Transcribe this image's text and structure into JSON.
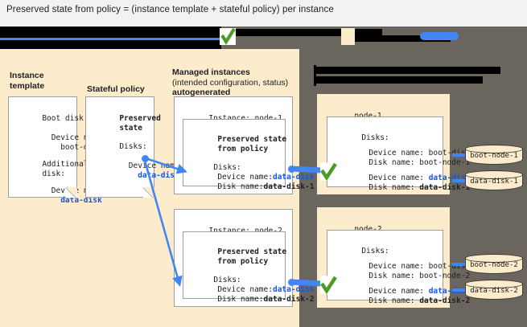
{
  "title": "Preserved state from policy = (instance template + stateful policy) per instance",
  "columns": {
    "instance_template": "Instance\ntemplate",
    "stateful_policy": "Stateful policy",
    "managed_instances_line1": "Managed instances",
    "managed_instances_line2": "(intended configuration, status)",
    "managed_instances_line3": "autogenerated"
  },
  "instance_template_note": {
    "l1": "Boot disk:",
    "l2": "  Device name:",
    "l3": "    boot-disk",
    "l4": "Additional",
    "l5": "disk:",
    "l6": "  Device name:",
    "l7": "    data-disk"
  },
  "stateful_policy_note": {
    "l1": "Preserved",
    "l2": "state",
    "l3": "Disks:",
    "l4": "  Device name:",
    "l5": "    data-disk"
  },
  "managed_instances": [
    {
      "heading": "Instance: node-1",
      "inner_title_l1": "Preserved state",
      "inner_title_l2": "from policy",
      "disks_label": "Disks:",
      "device_name_label": "Device name:",
      "device_name_value": "data-disk",
      "disk_name_label": "Disk name:",
      "disk_name_value": "data-disk-1"
    },
    {
      "heading": "Instance: node-2",
      "inner_title_l1": "Preserved state",
      "inner_title_l2": "from policy",
      "disks_label": "Disks:",
      "device_name_label": "Device name:",
      "device_name_value": "data-disk",
      "disk_name_label": "Disk name:",
      "disk_name_value": "data-disk-2"
    }
  ],
  "nodes": [
    {
      "name": "node-1",
      "disks_label": "Disks:",
      "boot_device_name": "Device name: boot-disk",
      "boot_disk_name": "Disk name: boot-node-1",
      "data_device_label": "Device name: ",
      "data_device_value": "data-disk",
      "data_disk_label": "Disk name: ",
      "data_disk_value": "data-disk-1",
      "cylinders": [
        "boot-node-1",
        "data-disk-1"
      ]
    },
    {
      "name": "node-2",
      "disks_label": "Disks:",
      "boot_device_name": "Device name: boot-disk",
      "boot_disk_name": "Disk name: boot-node-2",
      "data_device_label": "Device name: ",
      "data_device_value": "data-disk",
      "data_disk_label": "Disk name: ",
      "data_disk_value": "data-disk-2",
      "cylinders": [
        "boot-node-2",
        "data-disk-2"
      ]
    }
  ],
  "colors": {
    "cream": "#fdeccc",
    "gray_panel": "#6a655d",
    "blue": "#4285f4",
    "blue_text": "#1a56db",
    "green": "#5a9e33",
    "note_border": "#9e9e9e",
    "title_bg": "#f2f2f2"
  }
}
